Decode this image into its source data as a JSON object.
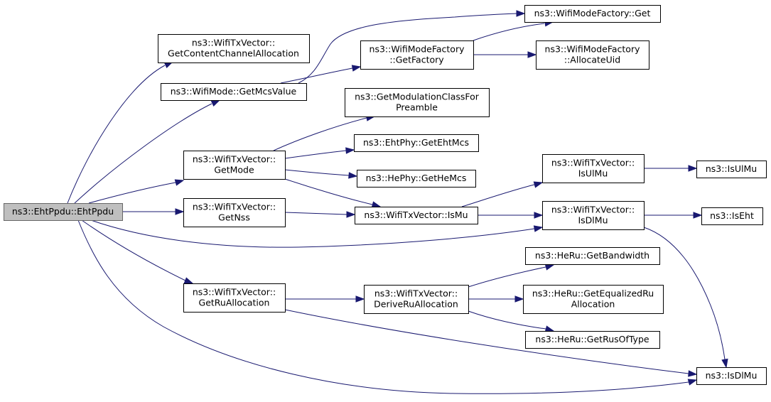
{
  "diagram": {
    "colors": {
      "edge": "#191970",
      "node_border": "#000000",
      "root_fill": "#bfbfbf",
      "root_border": "#666666",
      "node_fill": "#ffffff"
    },
    "nodes": [
      {
        "id": "ehtppdu",
        "lines": [
          "ns3::EhtPpdu::EhtPpdu"
        ],
        "root": true
      },
      {
        "id": "getcontentchannelallocation",
        "lines": [
          "ns3::WifiTxVector::",
          "GetContentChannelAllocation"
        ]
      },
      {
        "id": "getmcsvalue",
        "lines": [
          "ns3::WifiMode::GetMcsValue"
        ]
      },
      {
        "id": "wmf_get",
        "lines": [
          "ns3::WifiModeFactory::Get"
        ]
      },
      {
        "id": "wmf_getfactory",
        "lines": [
          "ns3::WifiModeFactory",
          "::GetFactory"
        ]
      },
      {
        "id": "wmf_allocateuid",
        "lines": [
          "ns3::WifiModeFactory",
          "::AllocateUid"
        ]
      },
      {
        "id": "getmodclass",
        "lines": [
          "ns3::GetModulationClassFor",
          "Preamble"
        ]
      },
      {
        "id": "getmode",
        "lines": [
          "ns3::WifiTxVector::",
          "GetMode"
        ]
      },
      {
        "id": "getehtmcs",
        "lines": [
          "ns3::EhtPhy::GetEhtMcs"
        ]
      },
      {
        "id": "gethemcs",
        "lines": [
          "ns3::HePhy::GetHeMcs"
        ]
      },
      {
        "id": "getnss",
        "lines": [
          "ns3::WifiTxVector::",
          "GetNss"
        ]
      },
      {
        "id": "ismu",
        "lines": [
          "ns3::WifiTxVector::IsMu"
        ]
      },
      {
        "id": "wtv_isulmu",
        "lines": [
          "ns3::WifiTxVector::",
          "IsUlMu"
        ]
      },
      {
        "id": "isulmu",
        "lines": [
          "ns3::IsUlMu"
        ]
      },
      {
        "id": "wtv_isdlmu",
        "lines": [
          "ns3::WifiTxVector::",
          "IsDlMu"
        ]
      },
      {
        "id": "iseht",
        "lines": [
          "ns3::IsEht"
        ]
      },
      {
        "id": "getruallocation",
        "lines": [
          "ns3::WifiTxVector::",
          "GetRuAllocation"
        ]
      },
      {
        "id": "deriveruallocation",
        "lines": [
          "ns3::WifiTxVector::",
          "DeriveRuAllocation"
        ]
      },
      {
        "id": "getbandwidth",
        "lines": [
          "ns3::HeRu::GetBandwidth"
        ]
      },
      {
        "id": "getequalizedru",
        "lines": [
          "ns3::HeRu::GetEqualizedRu",
          "Allocation"
        ]
      },
      {
        "id": "getrusoftype",
        "lines": [
          "ns3::HeRu::GetRusOfType"
        ]
      },
      {
        "id": "isdlmu",
        "lines": [
          "ns3::IsDlMu"
        ]
      }
    ],
    "edges": [
      {
        "from": "ehtppdu",
        "to": "getcontentchannelallocation"
      },
      {
        "from": "ehtppdu",
        "to": "getmcsvalue"
      },
      {
        "from": "ehtppdu",
        "to": "getmode"
      },
      {
        "from": "ehtppdu",
        "to": "getnss"
      },
      {
        "from": "ehtppdu",
        "to": "wtv_isdlmu"
      },
      {
        "from": "ehtppdu",
        "to": "getruallocation"
      },
      {
        "from": "ehtppdu",
        "to": "isdlmu"
      },
      {
        "from": "getmcsvalue",
        "to": "wmf_get"
      },
      {
        "from": "getmcsvalue",
        "to": "wmf_getfactory"
      },
      {
        "from": "wmf_getfactory",
        "to": "wmf_get"
      },
      {
        "from": "wmf_getfactory",
        "to": "wmf_allocateuid"
      },
      {
        "from": "getmode",
        "to": "getmodclass"
      },
      {
        "from": "getmode",
        "to": "getehtmcs"
      },
      {
        "from": "getmode",
        "to": "gethemcs"
      },
      {
        "from": "getmode",
        "to": "ismu"
      },
      {
        "from": "getnss",
        "to": "ismu"
      },
      {
        "from": "ismu",
        "to": "wtv_isulmu"
      },
      {
        "from": "ismu",
        "to": "wtv_isdlmu"
      },
      {
        "from": "wtv_isulmu",
        "to": "isulmu"
      },
      {
        "from": "wtv_isdlmu",
        "to": "iseht"
      },
      {
        "from": "wtv_isdlmu",
        "to": "isdlmu"
      },
      {
        "from": "getruallocation",
        "to": "deriveruallocation"
      },
      {
        "from": "getruallocation",
        "to": "isdlmu"
      },
      {
        "from": "deriveruallocation",
        "to": "getbandwidth"
      },
      {
        "from": "deriveruallocation",
        "to": "getequalizedru"
      },
      {
        "from": "deriveruallocation",
        "to": "getrusoftype"
      }
    ]
  }
}
